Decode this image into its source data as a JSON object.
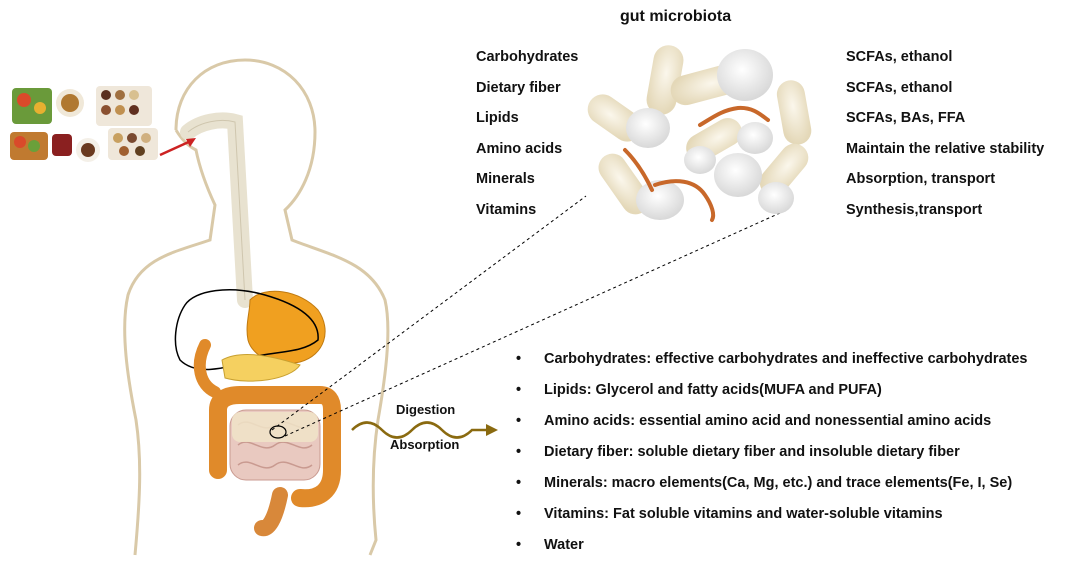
{
  "title": "gut microbiota",
  "nutrients_left": [
    "Carbohydrates",
    "Dietary fiber",
    "Lipids",
    "Amino acids",
    "Minerals",
    "Vitamins"
  ],
  "functions_right": [
    "SCFAs, ethanol",
    "SCFAs, ethanol",
    "SCFAs, BAs, FFA",
    "Maintain the relative stability",
    "Absorption, transport",
    "Synthesis,transport"
  ],
  "process": {
    "top": "Digestion",
    "bottom": "Absorption"
  },
  "bullet_glyph": "•",
  "bullets": [
    "Carbohydrates: effective carbohydrates and ineffective carbohydrates",
    "Lipids: Glycerol and fatty acids(MUFA and PUFA)",
    "Amino acids: essential amino acid and nonessential amino acids",
    "Dietary fiber: soluble dietary fiber and insoluble dietary fiber",
    "Minerals: macro elements(Ca, Mg, etc.) and trace elements(Fe, I, Se)",
    "Vitamins: Fat soluble vitamins and water-soluble vitamins",
    "Water"
  ],
  "colors": {
    "body_outline": "#d9c9a8",
    "esophagus": "#e8e2d0",
    "liver_outline": "#000000",
    "stomach": "#f0a020",
    "intestine": "#e08a2a",
    "small_intestine": "#e9c9c0",
    "bacteria": "#f0e6cc",
    "spiral_bacteria": "#c8682a",
    "arrow_red": "#cc2222",
    "wave": "#8a6a10"
  }
}
